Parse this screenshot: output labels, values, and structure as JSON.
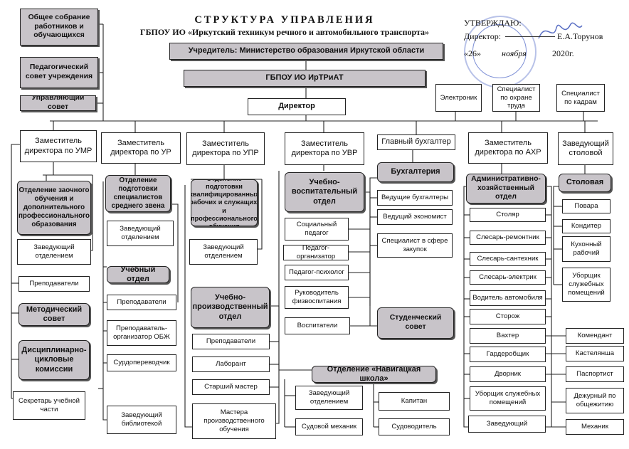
{
  "header": {
    "title": "СТРУКТУРА УПРАВЛЕНИЯ",
    "subtitle": "ГБПОУ ИО «Иркутский техникум речного и автомобильного транспорта»",
    "approve": "УТВЕРЖДАЮ:",
    "director_label": "Директор:",
    "director_name": "Е.А.Торунов",
    "date_day": "«26»",
    "date_month": "ноября",
    "date_year": "2020г."
  },
  "top": {
    "founder": "Учредитель: Министерство образования Иркутской области",
    "org": "ГБПОУ ИО ИрТРиАТ",
    "director": "Директор"
  },
  "councils": [
    "Общее собрание работников и обучающихся",
    "Педагогический совет учреждения",
    "Управляющий совет"
  ],
  "right_top": [
    "Электроник",
    "Специалист по охране труда",
    "Специалист по кадрам"
  ],
  "col1": {
    "head": "Заместитель директора по УМР",
    "dept": "Отделение заочного обучения и дополнительного профессионального образования",
    "dept_head": "Заведующий отделением",
    "teachers": "Преподаватели",
    "method": "Методический совет",
    "cycle": "Дисциплинарно-цикловые комиссии",
    "secretary": "Секретарь учебной части"
  },
  "col2": {
    "head": "Заместитель директора по УР",
    "dept": "Отделение подготовки специалистов среднего звена",
    "dept_head": "Заведующий отделением",
    "study": "Учебный отдел",
    "teachers": "Преподаватели",
    "obzh": "Преподаватель-организатор ОБЖ",
    "sign": "Сурдопереводчик",
    "lib": "Заведующий библиотекой"
  },
  "col3": {
    "head": "Заместитель директора по УПР",
    "dept": "Отделение подготовки квалифицированных рабочих и служащих, и профессионального обучения",
    "dept_head": "Заведующий отделением",
    "prod": "Учебно-производственный отдел",
    "items": [
      "Преподаватели",
      "Лаборант",
      "Старший мастер",
      "Мастера производственного обучения"
    ]
  },
  "col4": {
    "head": "Заместитель директора по УВР",
    "dept": "Учебно-воспитательный отдел",
    "items": [
      "Социальный педагог",
      "Педагог-организатор",
      "Педагог-психолог",
      "Руководитель физвоспитания",
      "Воспитатели"
    ],
    "council": "Студенческий совет"
  },
  "col5": {
    "head": "Главный бухгалтер",
    "dept": "Бухгалтерия",
    "items": [
      "Ведущие бухгалтеры",
      "Ведущий экономист",
      "Специалист в сфере закупок"
    ]
  },
  "navig": {
    "dept": "Отделение «Навигацкая школа»",
    "items": [
      "Заведующий отделением",
      "Капитан",
      "Судовой механик",
      "Судоводитель"
    ]
  },
  "col6": {
    "head": "Заместитель директора по АХР",
    "dept": "Административно-хозяйственный отдел",
    "items": [
      "Столяр",
      "Слесарь-ремонтник",
      "Слесарь-сантехник",
      "Слесарь-электрик",
      "Водитель автомобиля",
      "Сторож",
      "Вахтер",
      "Гардеробщик",
      "Дворник",
      "Уборщик служебных помещений",
      "Заведующий"
    ]
  },
  "col7": {
    "head": "Заведующий столовой",
    "dept": "Столовая",
    "items": [
      "Повара",
      "Кондитер",
      "Кухонный рабочий",
      "Уборщик служебных помещений"
    ],
    "right": [
      "Комендант",
      "Кастелянша",
      "Паспортист",
      "Дежурный по общежитию",
      "Механик"
    ]
  },
  "colors": {
    "gray_box": "#c8c4c9",
    "stamp": "#7d8fd6"
  }
}
